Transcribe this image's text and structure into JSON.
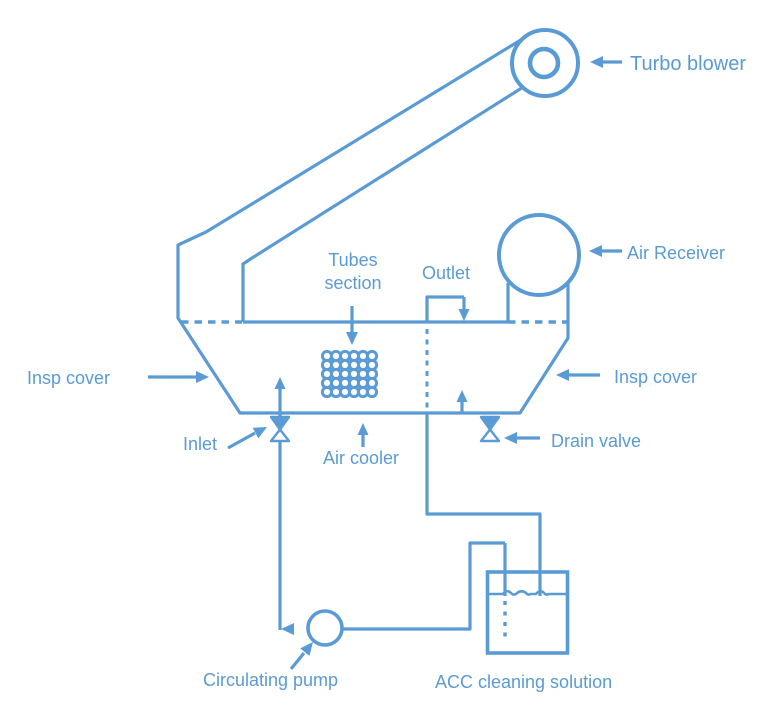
{
  "diagram": {
    "type": "process-flow-diagram",
    "subject": "Air cooler cleaning circuit",
    "colors": {
      "accent": "#5B9BD5",
      "background": "#FFFFFF"
    },
    "labels": {
      "turbo_blower": "Turbo blower",
      "air_receiver": "Air Receiver",
      "tubes_section_line1": "Tubes",
      "tubes_section_line2": "section",
      "outlet": "Outlet",
      "insp_cover_left": "Insp cover",
      "insp_cover_right": "Insp cover",
      "inlet": "Inlet",
      "air_cooler": "Air cooler",
      "drain_valve": "Drain valve",
      "circulating_pump": "Circulating pump",
      "acc_cleaning_solution": "ACC cleaning solution"
    },
    "components": [
      "turbo-blower",
      "air-receiver",
      "air-cooler-housing",
      "tube-bundle",
      "inlet-valve",
      "drain-valve",
      "circulating-pump",
      "cleaning-solution-tank"
    ]
  }
}
